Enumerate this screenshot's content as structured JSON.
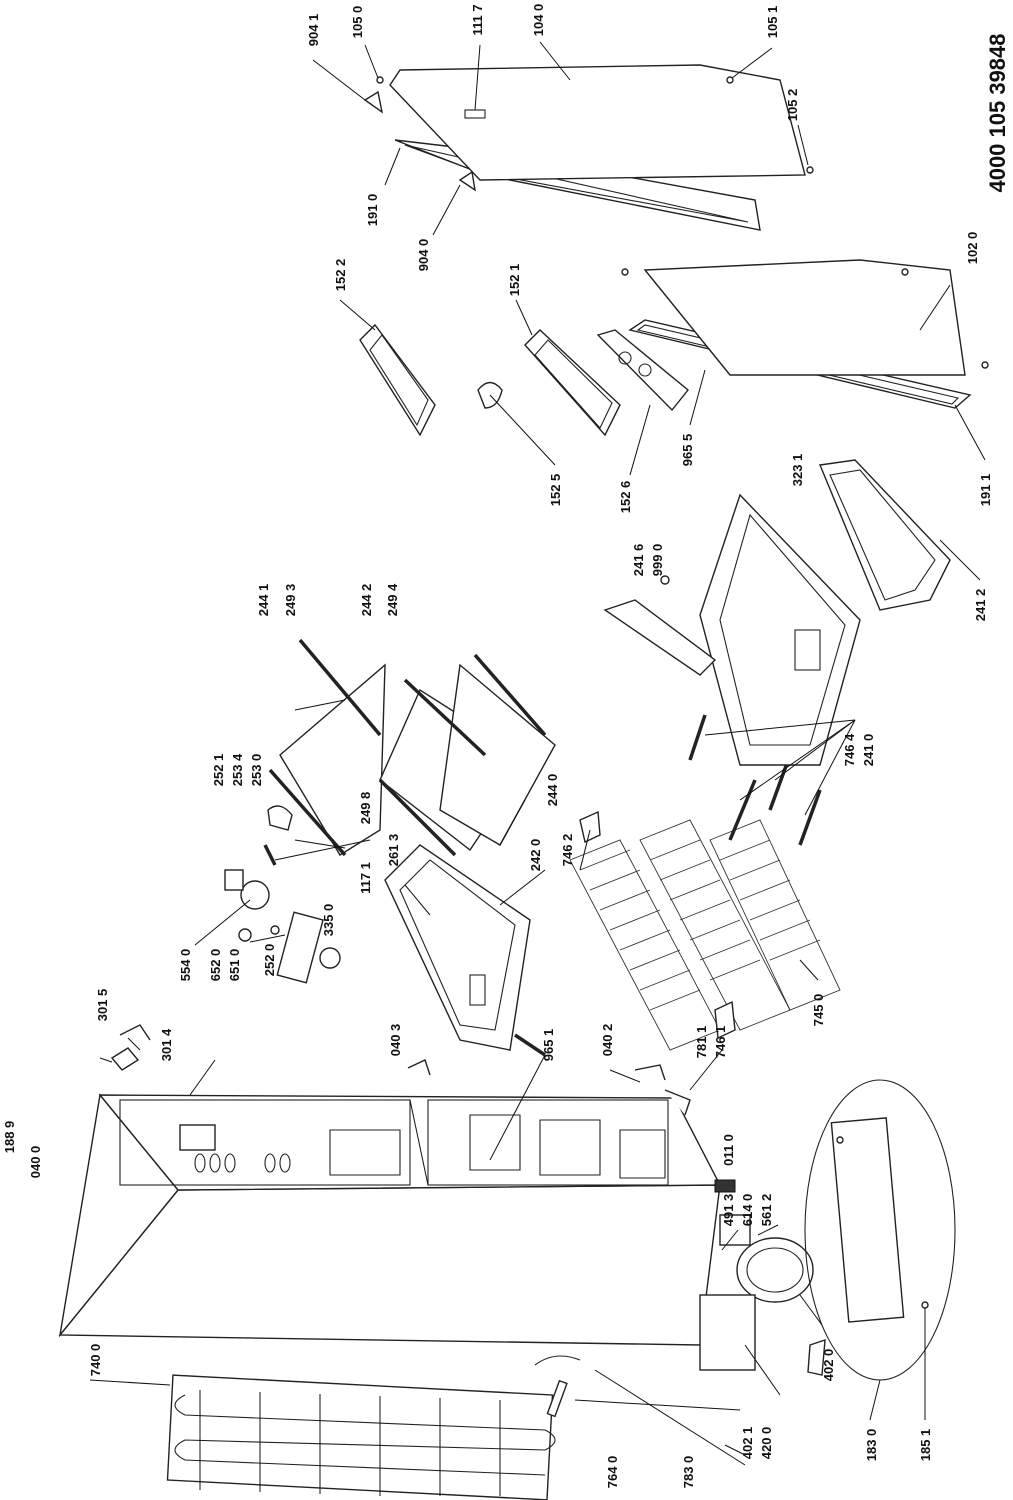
{
  "document_number": "4000 105 39848",
  "labels": {
    "l9041": "904 1",
    "l1050": "105 0",
    "l1117": "111 7",
    "l1040": "104 0",
    "l1051": "105 1",
    "l1052": "105 2",
    "l1910": "191 0",
    "l9040": "904 0",
    "l1522": "152 2",
    "l1521": "152 1",
    "l1020": "102 0",
    "l1525": "152 5",
    "l1526": "152 6",
    "l9655": "965 5",
    "l3231": "323 1",
    "l1911": "191 1",
    "l2441": "244 1",
    "l2493": "249 3",
    "l2442": "244 2",
    "l2494": "249 4",
    "l2416": "241 6",
    "l9990": "999 0",
    "l2412": "241 2",
    "l7464": "746 4",
    "l2410": "241 0",
    "l2521": "252 1",
    "l2534": "253 4",
    "l2530": "253 0",
    "l2498": "249 8",
    "l1171": "117 1",
    "l2613": "261 3",
    "l2440": "244 0",
    "l7462": "746 2",
    "l2420": "242 0",
    "l3350": "335 0",
    "l5540": "554 0",
    "l6520": "652 0",
    "l6510": "651 0",
    "l2520": "252 0",
    "l3015": "301 5",
    "l3014": "301 4",
    "l0403": "040 3",
    "l9651": "965 1",
    "l0402": "040 2",
    "l7811": "781 1",
    "l7461": "746 1",
    "l7450": "745 0",
    "l1889": "188 9",
    "l0400": "040 0",
    "l0110": "011 0",
    "l4913": "491 3",
    "l6140": "614 0",
    "l5612": "561 2",
    "l7400": "740 0",
    "l7640": "764 0",
    "l7830": "783 0",
    "l4021": "402 1",
    "l4200": "420 0",
    "l4020": "402 0",
    "l1830": "183 0",
    "l1851": "185 1"
  }
}
